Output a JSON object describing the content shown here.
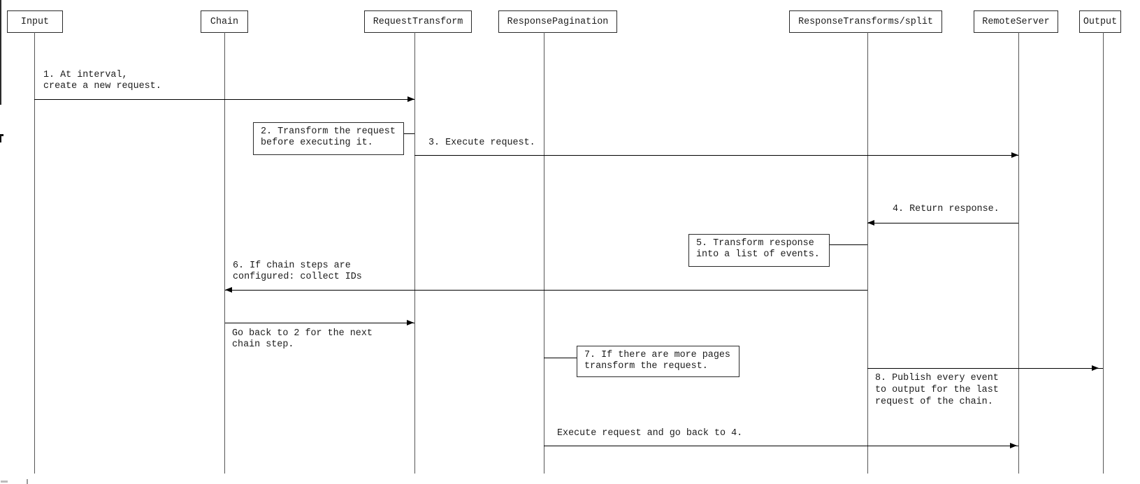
{
  "diagram": {
    "actors": [
      {
        "label": "Input"
      },
      {
        "label": "Chain"
      },
      {
        "label": "RequestTransform"
      },
      {
        "label": "ResponsePagination"
      },
      {
        "label": "ResponseTransforms/split"
      },
      {
        "label": "RemoteServer"
      },
      {
        "label": "Output"
      }
    ],
    "messages": [
      {
        "label": "1. At interval,\ncreate a new request.",
        "from": "Input",
        "to": "RequestTransform"
      },
      {
        "label": "3. Execute request.",
        "from": "RequestTransform",
        "to": "RemoteServer"
      },
      {
        "label": "4. Return response.",
        "from": "RemoteServer",
        "to": "ResponseTransforms/split"
      },
      {
        "label": "6. If chain steps are\nconfigured: collect IDs",
        "from": "ResponseTransforms/split",
        "to": "Chain"
      },
      {
        "label": "Go back to 2 for the next\nchain step.",
        "from": "Chain",
        "to": "RequestTransform"
      },
      {
        "label": "8. Publish every event\nto output for the last\nrequest of the chain.",
        "from": "ResponseTransforms/split",
        "to": "Output"
      },
      {
        "label": "Execute request and go back to 4.",
        "from": "ResponsePagination",
        "to": "RemoteServer"
      }
    ],
    "notes": [
      {
        "label": "2. Transform the request\nbefore executing it.",
        "attached_to": "RequestTransform"
      },
      {
        "label": "5. Transform response\ninto a list of events.",
        "attached_to": "ResponseTransforms/split"
      },
      {
        "label": "7. If there are more pages\ntransform the request.",
        "attached_to": "ResponsePagination"
      }
    ],
    "colors": {
      "line": "#000000",
      "text": "#1c1c1c",
      "background": "#ffffff"
    }
  }
}
